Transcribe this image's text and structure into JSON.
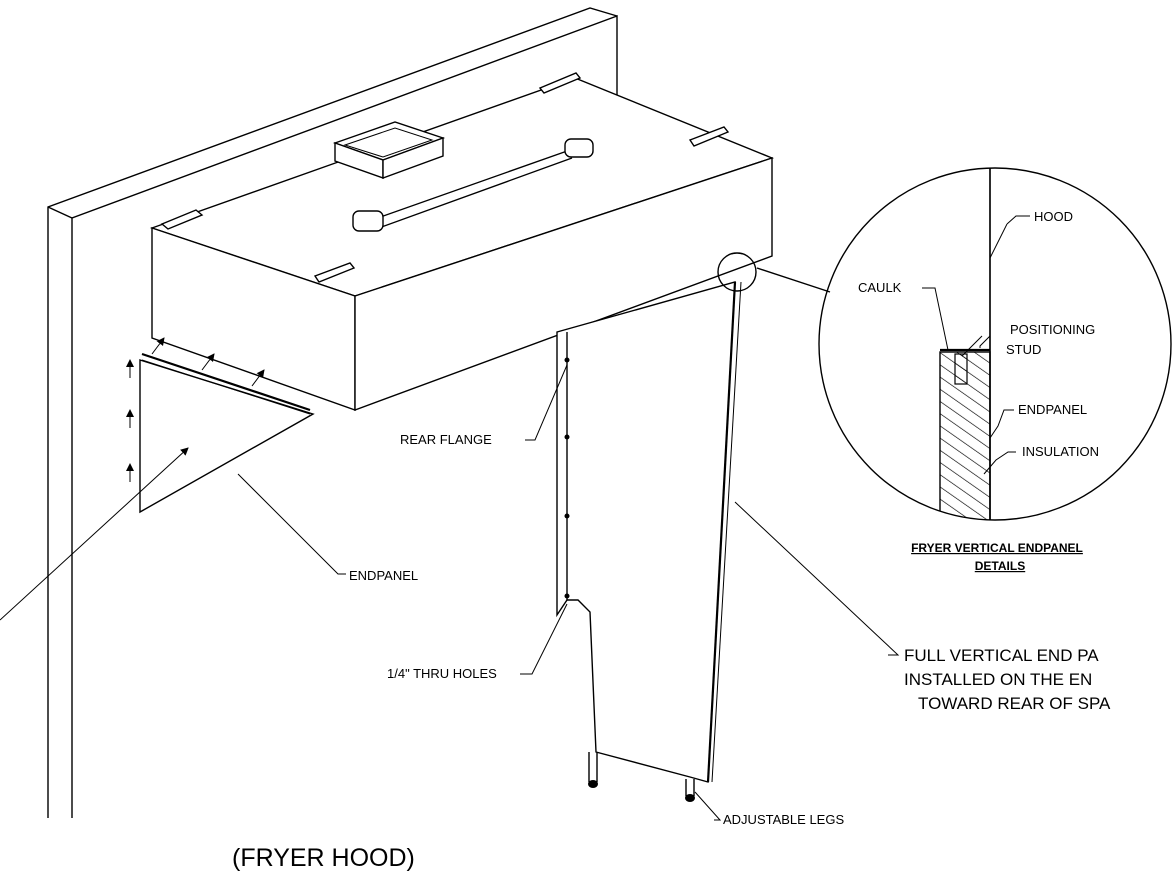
{
  "labels": {
    "hood": "HOOD",
    "caulk": "CAULK",
    "positioning_stud_line1": "POSITIONING",
    "positioning_stud_line2": "STUD",
    "endpanel_detail": "ENDPANEL",
    "insulation": "INSULATION",
    "rear_flange": "REAR FLANGE",
    "endpanel": "ENDPANEL",
    "thru_holes": "1/4\" THRU HOLES",
    "adjustable_legs": "ADJUSTABLE LEGS",
    "full_vertical_line1": "FULL VERTICAL END PA",
    "full_vertical_line2": "INSTALLED ON THE EN",
    "full_vertical_line3": "TOWARD REAR OF SPA"
  },
  "detail_title": {
    "line1": "FRYER  VERTICAL  ENDPANEL",
    "line2": "DETAILS"
  },
  "caption": "(FRYER HOOD)"
}
